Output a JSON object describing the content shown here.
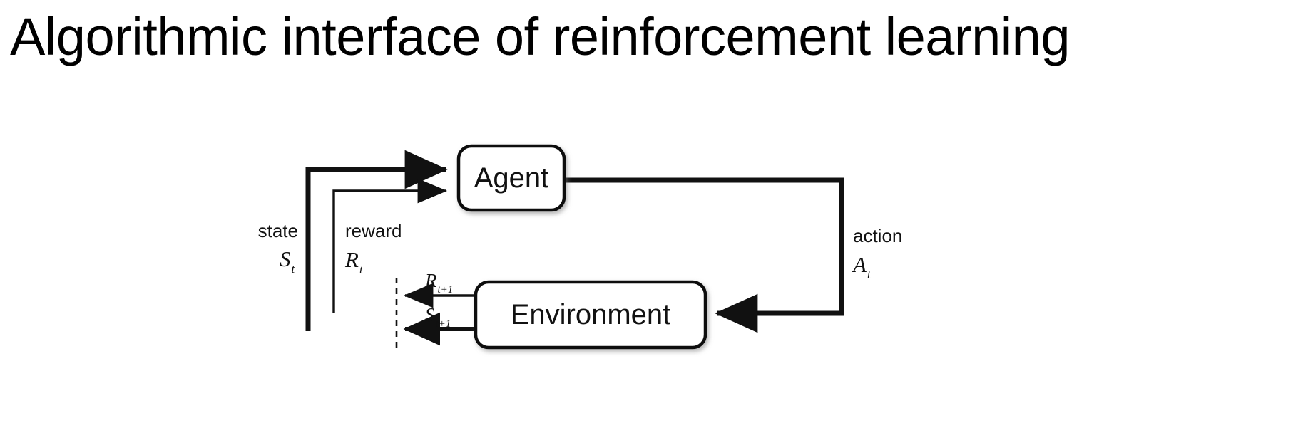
{
  "slide": {
    "title": "Algorithmic interface of reinforcement learning",
    "background_color": "#ffffff",
    "ink_color": "#111111"
  },
  "diagram": {
    "kind": "agent-environment-interaction-loop",
    "nodes": [
      {
        "id": "agent",
        "label": "Agent",
        "shape": "rounded-rectangle"
      },
      {
        "id": "environment",
        "label": "Environment",
        "shape": "rounded-rectangle"
      }
    ],
    "edges": [
      {
        "id": "state-edge",
        "from": "environment",
        "to": "agent",
        "label": "state",
        "symbol": "S",
        "subscript": "t",
        "weight": "thick"
      },
      {
        "id": "reward-edge",
        "from": "environment",
        "to": "agent",
        "label": "reward",
        "symbol": "R",
        "subscript": "t",
        "weight": "thin"
      },
      {
        "id": "action-edge",
        "from": "agent",
        "to": "environment",
        "label": "action",
        "symbol": "A",
        "subscript": "t",
        "weight": "thick"
      }
    ],
    "time_step_labels": [
      {
        "id": "reward-next",
        "symbol": "R",
        "subscript": "t+1"
      },
      {
        "id": "state-next",
        "symbol": "S",
        "subscript": "t+1"
      }
    ],
    "time_boundary": {
      "id": "time-step-divider",
      "style": "dashed-vertical-line"
    }
  }
}
